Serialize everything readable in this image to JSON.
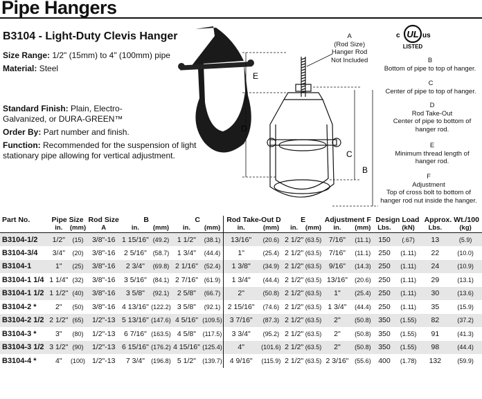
{
  "page_title": "Pipe Hangers",
  "product_title": "B3104 - Light-Duty Clevis Hanger",
  "specs": {
    "size_range_label": "Size Range:",
    "size_range_value": "1/2\" (15mm) to 4\" (100mm) pipe",
    "material_label": "Material:",
    "material_value": "Steel",
    "finish_label": "Standard Finish:",
    "finish_value": "Plain, Electro-Galvanized, or DURA-GREEN™",
    "order_label": "Order By:",
    "order_value": "Part number and finish.",
    "function_label": "Function:",
    "function_value": "Recommended for the suspension of light stationary pipe allowing for vertical adjustment."
  },
  "logo": {
    "left": "c",
    "center": "UL",
    "right": "us",
    "bottom": "LISTED"
  },
  "annotations": {
    "a": [
      "A",
      "(Rod Size)",
      "Hanger Rod",
      "Not Included"
    ],
    "b": [
      "B",
      "Bottom of pipe to top of hanger."
    ],
    "c": [
      "C",
      "Center of pipe to top of hanger."
    ],
    "d": [
      "D",
      "Rod Take-Out",
      "Center of pipe to bottom of",
      "hanger rod."
    ],
    "e": [
      "E",
      "Minimum thread length of",
      "hanger rod."
    ],
    "f": [
      "F",
      "Adjustment",
      "Top of cross bolt to bottom of",
      "hanger rod nut inside the hanger."
    ]
  },
  "dim_letters": {
    "b": "B",
    "c": "C",
    "d": "D",
    "e": "E"
  },
  "table": {
    "header_top": [
      "Part No.",
      "Pipe Size",
      "Rod Size",
      "B",
      "C",
      "Rod Take-Out",
      "D",
      "E",
      "Adjustment",
      "F",
      "Design Load",
      "Approx. Wt./100"
    ],
    "header_sub": [
      "",
      "in.",
      "(mm)",
      "A",
      "in.",
      "(mm)",
      "in.",
      "(mm)",
      "in.",
      "(mm)",
      "in.",
      "(mm)",
      "in.",
      "(mm)",
      "Lbs.",
      "(kN)",
      "Lbs.",
      "(kg)"
    ],
    "rows": [
      [
        "B3104-1/2",
        "1/2\"",
        "(15)",
        "3/8\"-16",
        "1 15/16\"",
        "(49.2)",
        "1 1/2\"",
        "(38.1)",
        "13/16\"",
        "(20.6)",
        "2 1/2\"",
        "(63.5)",
        "7/16\"",
        "(11.1)",
        "150",
        "(.67)",
        "13",
        "(5.9)"
      ],
      [
        "B3104-3/4",
        "3/4\"",
        "(20)",
        "3/8\"-16",
        "2 5/16\"",
        "(58.7)",
        "1 3/4\"",
        "(44.4)",
        "1\"",
        "(25.4)",
        "2 1/2\"",
        "(63.5)",
        "7/16\"",
        "(11.1)",
        "250",
        "(1.11)",
        "22",
        "(10.0)"
      ],
      [
        "B3104-1",
        "1\"",
        "(25)",
        "3/8\"-16",
        "2 3/4\"",
        "(69.8)",
        "2 1/16\"",
        "(52.4)",
        "1 3/8\"",
        "(34.9)",
        "2 1/2\"",
        "(63.5)",
        "9/16\"",
        "(14.3)",
        "250",
        "(1.11)",
        "24",
        "(10.9)"
      ],
      [
        "B3104-1 1/4",
        "1 1/4\"",
        "(32)",
        "3/8\"-16",
        "3 5/16\"",
        "(84.1)",
        "2 7/16\"",
        "(61.9)",
        "1 3/4\"",
        "(44.4)",
        "2 1/2\"",
        "(63.5)",
        "13/16\"",
        "(20.6)",
        "250",
        "(1.11)",
        "29",
        "(13.1)"
      ],
      [
        "B3104-1 1/2",
        "1 1/2\"",
        "(40)",
        "3/8\"-16",
        "3 5/8\"",
        "(92.1)",
        "2 5/8\"",
        "(66.7)",
        "2\"",
        "(50.8)",
        "2 1/2\"",
        "(63.5)",
        "1\"",
        "(25.4)",
        "250",
        "(1.11)",
        "30",
        "(13.6)"
      ],
      [
        "B3104-2 *",
        "2\"",
        "(50)",
        "3/8\"-16",
        "4 13/16\"",
        "(122.2)",
        "3 5/8\"",
        "(92.1)",
        "2 15/16\"",
        "(74.6)",
        "2 1/2\"",
        "(63.5)",
        "1 3/4\"",
        "(44.4)",
        "250",
        "(1.11)",
        "35",
        "(15.9)"
      ],
      [
        "B3104-2 1/2",
        "2 1/2\"",
        "(65)",
        "1/2\"-13",
        "5 13/16\"",
        "(147.6)",
        "4 5/16\"",
        "(109.5)",
        "3 7/16\"",
        "(87.3)",
        "2 1/2\"",
        "(63.5)",
        "2\"",
        "(50.8)",
        "350",
        "(1.55)",
        "82",
        "(37.2)"
      ],
      [
        "B3104-3 *",
        "3\"",
        "(80)",
        "1/2\"-13",
        "6 7/16\"",
        "(163.5)",
        "4 5/8\"",
        "(117.5)",
        "3 3/4\"",
        "(95.2)",
        "2 1/2\"",
        "(63.5)",
        "2\"",
        "(50.8)",
        "350",
        "(1.55)",
        "91",
        "(41.3)"
      ],
      [
        "B3104-3 1/2",
        "3 1/2\"",
        "(90)",
        "1/2\"-13",
        "6 15/16\"",
        "(176.2)",
        "4 15/16\"",
        "(125.4)",
        "4\"",
        "(101.6)",
        "2 1/2\"",
        "(63.5)",
        "2\"",
        "(50.8)",
        "350",
        "(1.55)",
        "98",
        "(44.4)"
      ],
      [
        "B3104-4 *",
        "4\"",
        "(100)",
        "1/2\"-13",
        "7 3/4\"",
        "(196.8)",
        "5 1/2\"",
        "(139.7)",
        "4 9/16\"",
        "(115.9)",
        "2 1/2\"",
        "(63.5)",
        "2 3/16\"",
        "(55.6)",
        "400",
        "(1.78)",
        "132",
        "(59.9)"
      ]
    ]
  }
}
